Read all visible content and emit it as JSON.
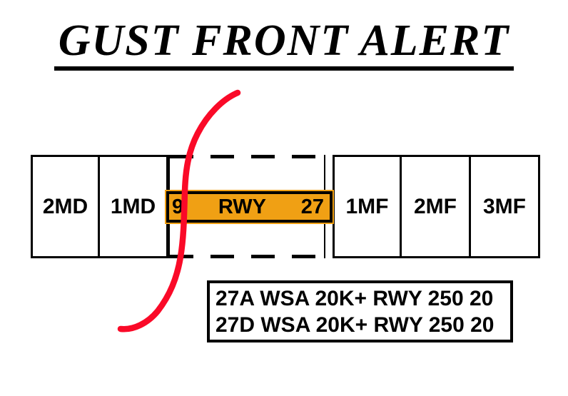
{
  "title": "GUST FRONT ALERT",
  "colors": {
    "alert_orange": "#F0A014",
    "gust_front_red": "#FA0A28",
    "outline_black": "#000000"
  },
  "sensor_row": {
    "boxes_left": [
      {
        "label": "2MD"
      },
      {
        "label": "1MD"
      }
    ],
    "boxes_right": [
      {
        "label": "1MF"
      },
      {
        "label": "2MF"
      },
      {
        "label": "3MF"
      }
    ],
    "runway_bar": {
      "left_label": "9",
      "center_label": "RWY",
      "right_label": "27"
    }
  },
  "alert_box": {
    "lines": [
      "27A WSA 20K+ RWY 250 20",
      "27D WSA 20K+ RWY 250 20"
    ]
  }
}
